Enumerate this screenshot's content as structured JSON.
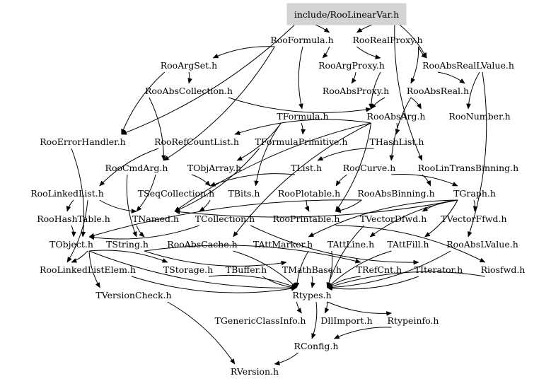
{
  "root": "include/RooLinearVar.h",
  "nodes": {
    "RooLinearVar": "include/RooLinearVar.h",
    "RooFormula": "RooFormula.h",
    "RooRealProxy": "RooRealProxy.h",
    "RooArgSet": "RooArgSet.h",
    "RooArgProxy": "RooArgProxy.h",
    "RooAbsRealLValue": "RooAbsRealLValue.h",
    "RooAbsCollection": "RooAbsCollection.h",
    "RooAbsProxy": "RooAbsProxy.h",
    "RooAbsReal": "RooAbsReal.h",
    "TFormula": "TFormula.h",
    "RooAbsArg": "RooAbsArg.h",
    "RooNumber": "RooNumber.h",
    "RooErrorHandler": "RooErrorHandler.h",
    "RooRefCountList": "RooRefCountList.h",
    "TFormulaPrimitive": "TFormulaPrimitive.h",
    "THashList": "THashList.h",
    "RooCmdArg": "RooCmdArg.h",
    "TObjArray": "TObjArray.h",
    "TList": "TList.h",
    "RooCurve": "RooCurve.h",
    "RooLinTransBinning": "RooLinTransBinning.h",
    "RooLinkedList": "RooLinkedList.h",
    "TSeqCollection": "TSeqCollection.h",
    "TBits": "TBits.h",
    "RooPlotable": "RooPlotable.h",
    "RooAbsBinning": "RooAbsBinning.h",
    "TGraph": "TGraph.h",
    "RooHashTable": "RooHashTable.h",
    "TNamed": "TNamed.h",
    "TCollection": "TCollection.h",
    "RooPrintable": "RooPrintable.h",
    "TVectorDfwd": "TVectorDfwd.h",
    "TVectorFfwd": "TVectorFfwd.h",
    "TObject": "TObject.h",
    "TString": "TString.h",
    "RooAbsCache": "RooAbsCache.h",
    "TAttMarker": "TAttMarker.h",
    "TAttLine": "TAttLine.h",
    "TAttFill": "TAttFill.h",
    "RooAbsLValue": "RooAbsLValue.h",
    "RooLinkedListElem": "RooLinkedListElem.h",
    "TStorage": "TStorage.h",
    "TBuffer": "TBuffer.h",
    "TMathBase": "TMathBase.h",
    "TRefCnt": "TRefCnt.h",
    "TIterator": "TIterator.h",
    "Riosfwd": "Riosfwd.h",
    "TVersionCheck": "TVersionCheck.h",
    "Rtypes": "Rtypes.h",
    "TGenericClassInfo": "TGenericClassInfo.h",
    "DllImport": "DllImport.h",
    "Rtypeinfo": "Rtypeinfo.h",
    "RConfig": "RConfig.h",
    "RVersion": "RVersion.h"
  },
  "edges": [
    [
      "RooLinearVar",
      "RooFormula"
    ],
    [
      "RooLinearVar",
      "RooRealProxy"
    ],
    [
      "RooLinearVar",
      "RooAbsRealLValue"
    ],
    [
      "RooLinearVar",
      "RooLinTransBinning"
    ],
    [
      "RooLinearVar",
      "RooErrorHandler"
    ],
    [
      "RooFormula",
      "RooArgSet"
    ],
    [
      "RooFormula",
      "RooArgProxy"
    ],
    [
      "RooFormula",
      "TFormula"
    ],
    [
      "RooFormula",
      "RooCmdArg"
    ],
    [
      "RooRealProxy",
      "RooArgProxy"
    ],
    [
      "RooRealProxy",
      "RooAbsReal"
    ],
    [
      "RooRealProxy",
      "RooAbsRealLValue"
    ],
    [
      "RooArgSet",
      "RooAbsCollection"
    ],
    [
      "RooArgSet",
      "RooErrorHandler"
    ],
    [
      "RooArgProxy",
      "RooAbsProxy"
    ],
    [
      "RooArgProxy",
      "RooAbsArg"
    ],
    [
      "RooAbsRealLValue",
      "RooAbsReal"
    ],
    [
      "RooAbsRealLValue",
      "RooNumber"
    ],
    [
      "RooAbsRealLValue",
      "RooAbsLValue"
    ],
    [
      "RooAbsCollection",
      "RooAbsArg"
    ],
    [
      "RooAbsCollection",
      "RooCmdArg"
    ],
    [
      "RooAbsProxy",
      "RooAbsArg"
    ],
    [
      "RooAbsReal",
      "RooAbsArg"
    ],
    [
      "RooAbsReal",
      "RooCurve"
    ],
    [
      "TFormula",
      "TFormulaPrimitive"
    ],
    [
      "TFormula",
      "TBits"
    ],
    [
      "TFormula",
      "TObjArray"
    ],
    [
      "RooAbsArg",
      "RooRefCountList"
    ],
    [
      "RooAbsArg",
      "THashList"
    ],
    [
      "RooAbsArg",
      "RooAbsCache"
    ],
    [
      "RooAbsArg",
      "RooPrintable"
    ],
    [
      "RooAbsArg",
      "TNamed"
    ],
    [
      "RooErrorHandler",
      "TObject"
    ],
    [
      "RooRefCountList",
      "RooLinkedList"
    ],
    [
      "TFormulaPrimitive",
      "TNamed"
    ],
    [
      "THashList",
      "TList"
    ],
    [
      "RooCmdArg",
      "TNamed"
    ],
    [
      "RooCmdArg",
      "TString"
    ],
    [
      "TObjArray",
      "TSeqCollection"
    ],
    [
      "TList",
      "TSeqCollection"
    ],
    [
      "RooCurve",
      "TGraph"
    ],
    [
      "RooCurve",
      "RooPlotable"
    ],
    [
      "RooLinTransBinning",
      "RooAbsBinning"
    ],
    [
      "RooLinkedList",
      "RooHashTable"
    ],
    [
      "RooLinkedList",
      "RooLinkedListElem"
    ],
    [
      "RooLinkedList",
      "TNamed"
    ],
    [
      "TSeqCollection",
      "TCollection"
    ],
    [
      "RooPlotable",
      "RooPrintable"
    ],
    [
      "RooAbsBinning",
      "RooPrintable"
    ],
    [
      "RooAbsBinning",
      "TObject"
    ],
    [
      "TGraph",
      "TNamed"
    ],
    [
      "TGraph",
      "TAttLine"
    ],
    [
      "TGraph",
      "TAttFill"
    ],
    [
      "TGraph",
      "TAttMarker"
    ],
    [
      "TGraph",
      "TVectorFfwd"
    ],
    [
      "TGraph",
      "TVectorDfwd"
    ],
    [
      "RooHashTable",
      "TObject"
    ],
    [
      "TNamed",
      "TString"
    ],
    [
      "TCollection",
      "TObject"
    ],
    [
      "TCollection",
      "TIterator"
    ],
    [
      "RooPrintable",
      "Riosfwd"
    ],
    [
      "TVectorDfwd",
      "Rtypes"
    ],
    [
      "TObject",
      "RooLinkedListElem"
    ],
    [
      "TObject",
      "Rtypes"
    ],
    [
      "TObject",
      "TStorage"
    ],
    [
      "TObject",
      "TVersionCheck"
    ],
    [
      "TString",
      "TRefCnt"
    ],
    [
      "TString",
      "TMathBase"
    ],
    [
      "RooAbsCache",
      "Rtypes"
    ],
    [
      "TAttMarker",
      "Rtypes"
    ],
    [
      "TAttLine",
      "Rtypes"
    ],
    [
      "TAttFill",
      "Rtypes"
    ],
    [
      "RooAbsLValue",
      "Rtypes"
    ],
    [
      "RooLinkedListElem",
      "Rtypes"
    ],
    [
      "TStorage",
      "Rtypes"
    ],
    [
      "TBuffer",
      "Rtypes"
    ],
    [
      "TMathBase",
      "Rtypes"
    ],
    [
      "TRefCnt",
      "Rtypes"
    ],
    [
      "TIterator",
      "Rtypes"
    ],
    [
      "Riosfwd",
      "Rtypes"
    ],
    [
      "TVersionCheck",
      "RVersion"
    ],
    [
      "Rtypes",
      "TGenericClassInfo"
    ],
    [
      "Rtypes",
      "DllImport"
    ],
    [
      "Rtypes",
      "Rtypeinfo"
    ],
    [
      "Rtypes",
      "RConfig"
    ],
    [
      "Rtypeinfo",
      "RConfig"
    ],
    [
      "RConfig",
      "RVersion"
    ]
  ]
}
